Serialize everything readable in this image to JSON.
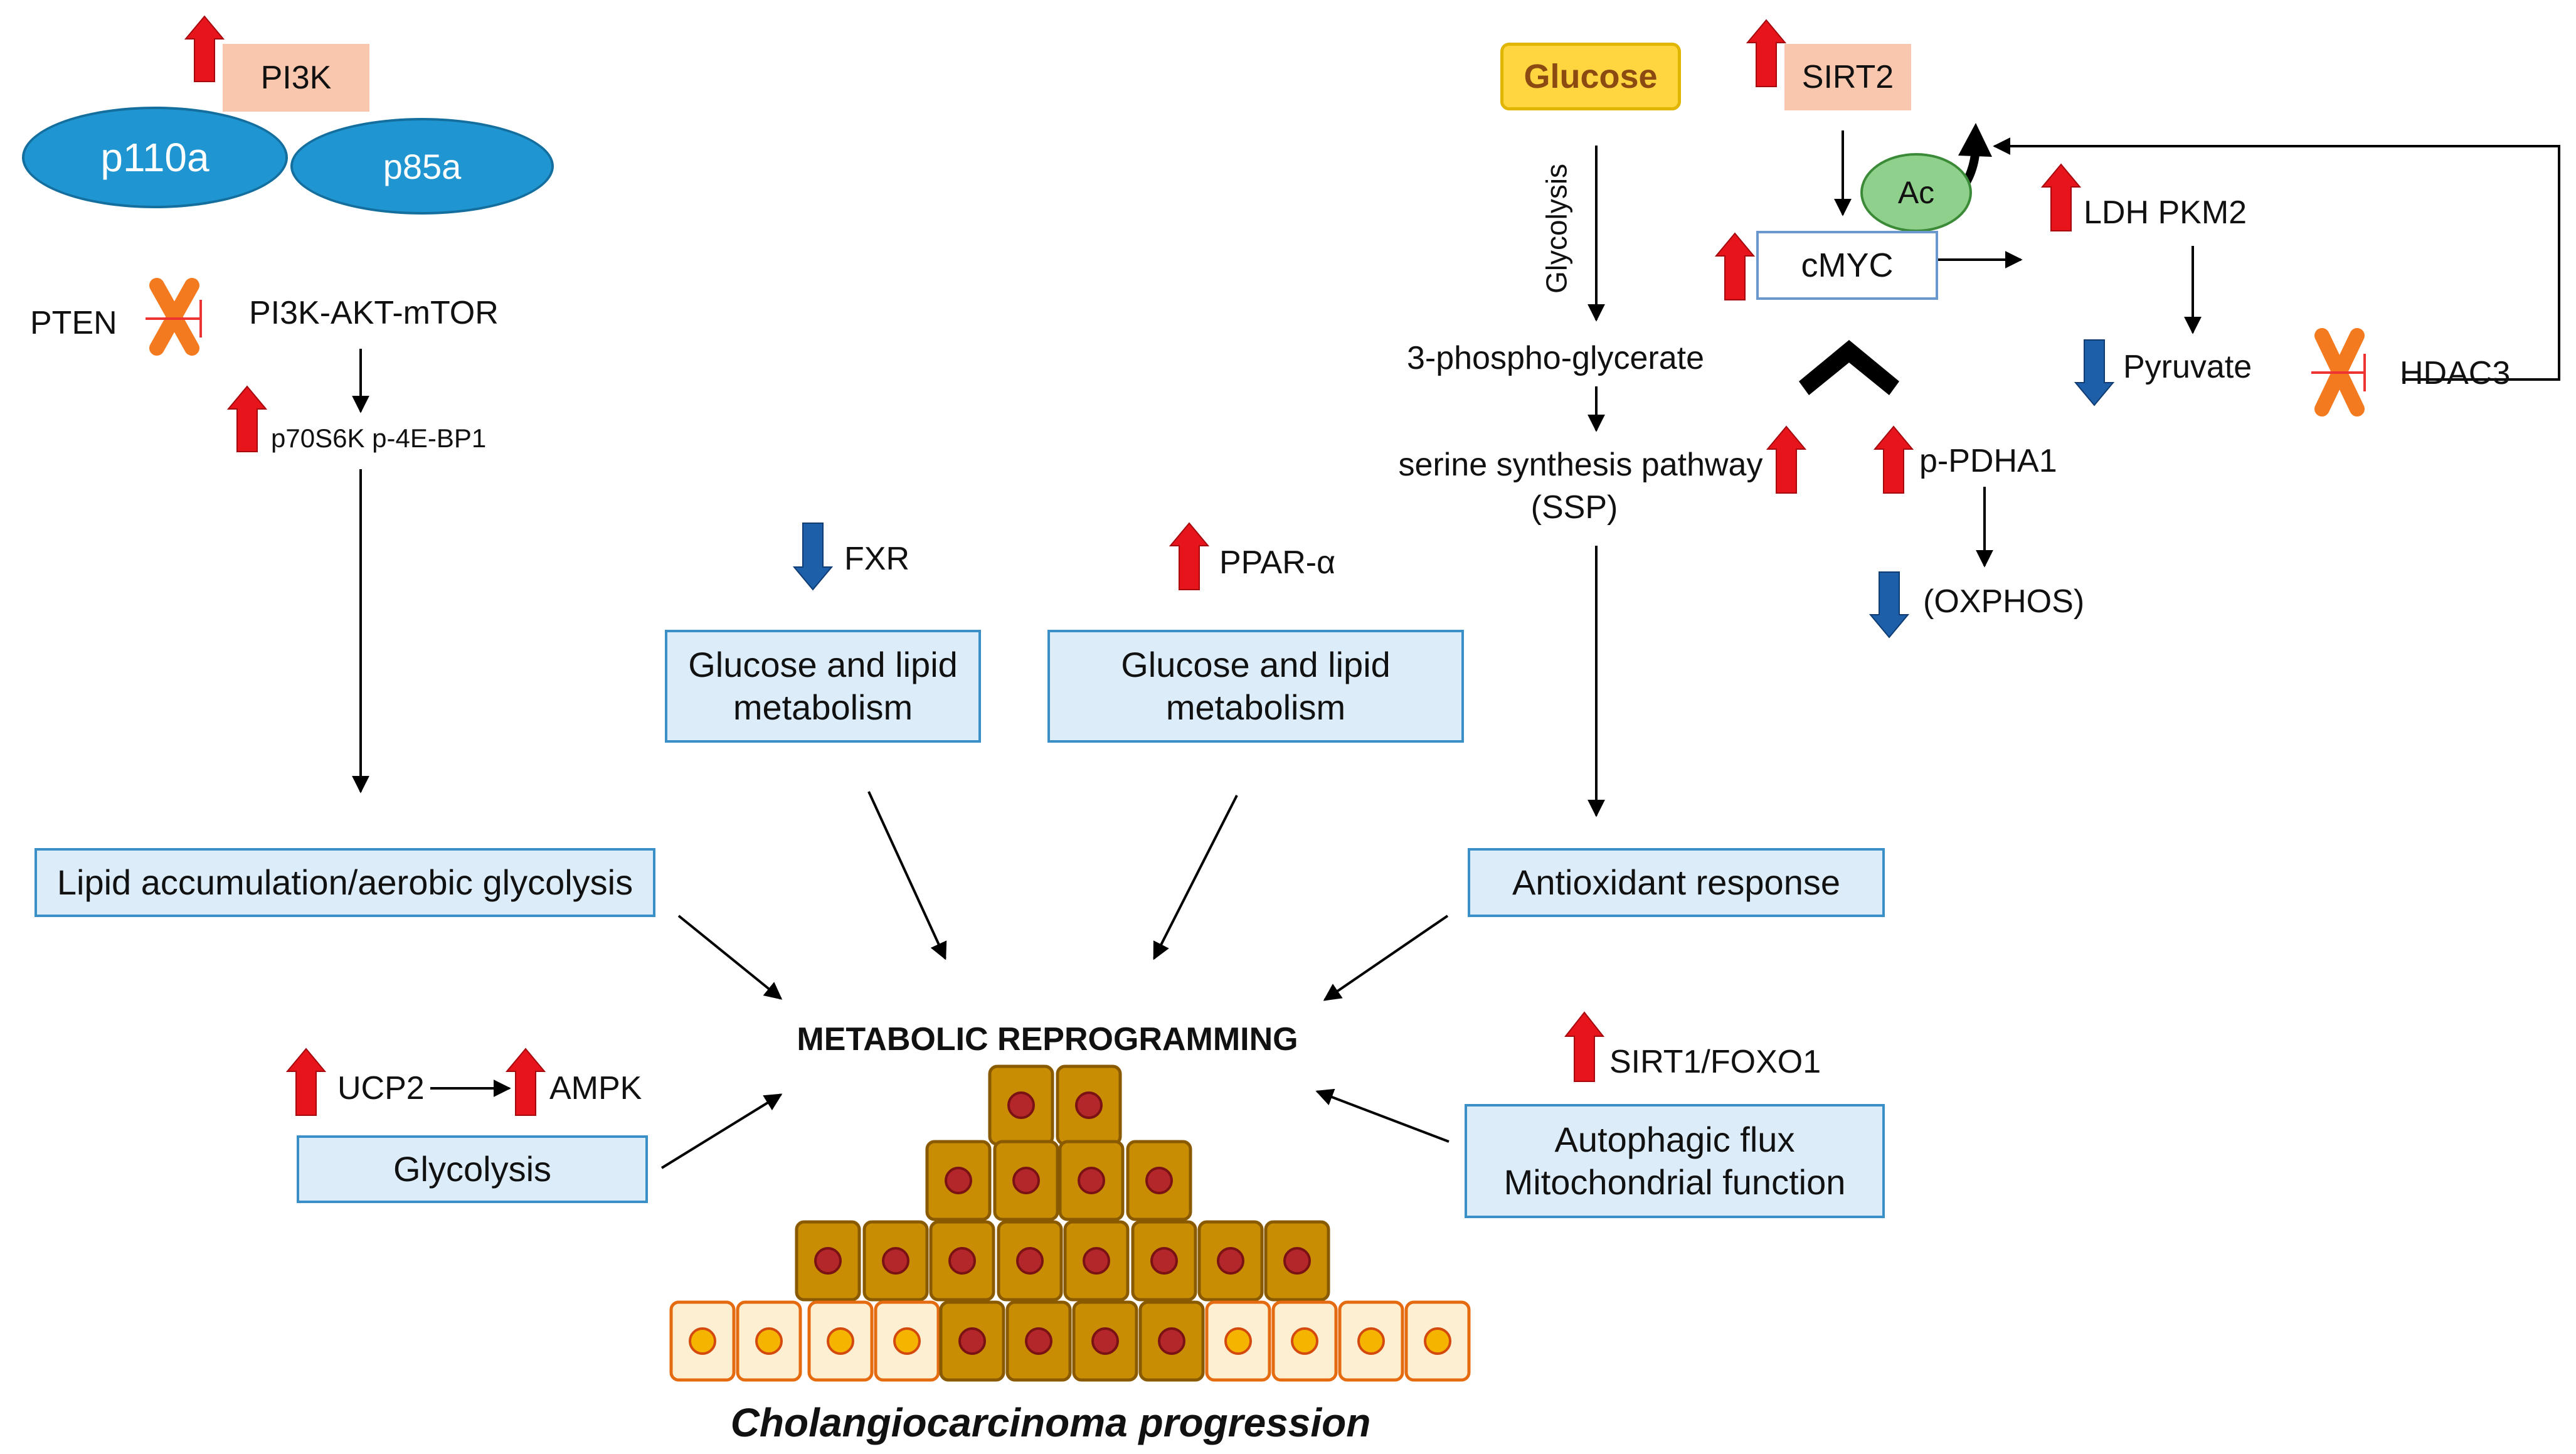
{
  "pi3k": {
    "label": "PI3K",
    "p110": "p110a",
    "p85": "p85a"
  },
  "left_pathway": {
    "pten": "PTEN",
    "axis": "PI3K-AKT-mTOR",
    "targets": "p70S6K p-4E-BP1"
  },
  "glucose_pathway": {
    "glucose": "Glucose",
    "glycolysis": "Glycolysis",
    "intermediate": "3-phospho-glycerate",
    "ssp_line1": "serine synthesis pathway",
    "ssp_line2": "(SSP)"
  },
  "sirt2_pathway": {
    "sirt2": "SIRT2",
    "ac": "Ac",
    "cmyc": "cMYC",
    "ldh_pkm2": "LDH PKM2",
    "pyruvate": "Pyruvate",
    "hdac3": "HDAC3",
    "p_pdha1": "p-PDHA1",
    "oxphos": "(OXPHOS)"
  },
  "receptors": {
    "fxr": "FXR",
    "ppar": "PPAR-α"
  },
  "boxes": {
    "fxr_box": "Glucose and lipid\nmetabolism",
    "ppar_box": "Glucose and lipid\nmetabolism",
    "lipid_box": "Lipid accumulation/aerobic glycolysis",
    "antioxidant_box": "Antioxidant response",
    "glycolysis_box": "Glycolysis",
    "autophagy_box": "Autophagic flux\nMitochondrial function"
  },
  "ucp2_ampk": {
    "ucp2": "UCP2",
    "ampk": "AMPK"
  },
  "sirt1": {
    "label": "SIRT1/FOXO1"
  },
  "center": {
    "title": "METABOLIC REPROGRAMMING",
    "caption": "Cholangiocarcinoma progression"
  },
  "colors": {
    "up_arrow": "#e8141b",
    "down_arrow": "#1d5fa8",
    "box_fill": "#dcecf8",
    "box_border": "#3a8fc6",
    "tumor_cell": "#c98d04",
    "normal_cell": "#fdefd2",
    "inhibitor": "#f47a1f"
  }
}
